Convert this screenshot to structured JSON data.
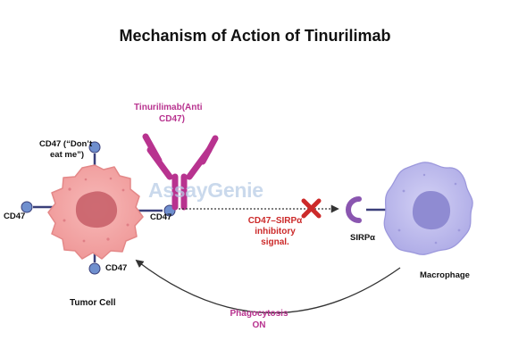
{
  "title": "Mechanism of Action of Tinurilimab",
  "watermark": "AssayGenie",
  "labels": {
    "drug_line1": "Tinurilimab(Anti",
    "drug_line2": "CD47)",
    "cd47_top_line1": "CD47 (“Don’t",
    "cd47_top_line2": "eat me”)",
    "cd47_left": "CD47",
    "cd47_right": "CD47",
    "cd47_bottom": "CD47",
    "tumor_cell": "Tumor  Cell",
    "inhibitory_line1": "CD47–SIRPα",
    "inhibitory_line2": "inhibitory",
    "inhibitory_line3": "signal.",
    "sirpa": "SIRPα",
    "macrophage": "Macrophage",
    "phagocytosis_line1": "Phagocytosis",
    "phagocytosis_line2": "ON"
  },
  "colors": {
    "tumor_fill": "#f4a9a9",
    "tumor_nucleus": "#c9626a",
    "antibody": "#b8338f",
    "receptor_stalk": "#3a3f7a",
    "receptor_head": "#6f8fce",
    "macrophage_fill": "#c4c2ee",
    "macrophage_nucleus": "#8f8bd2",
    "block_x": "#cc2a2a"
  }
}
